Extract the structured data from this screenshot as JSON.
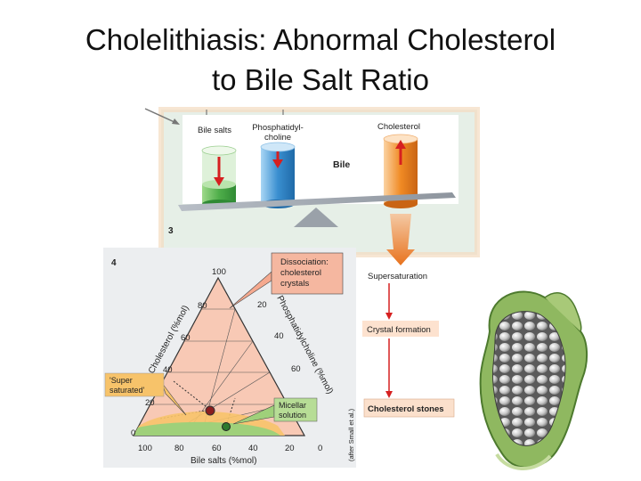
{
  "slide": {
    "title_line1": "Cholelithiasis: Abnormal Cholesterol",
    "title_line2": "to Bile Salt Ratio"
  },
  "panel3": {
    "number": "3",
    "bile_salts": "Bile salts",
    "phosphatidyl_line1": "Phosphatidyl-",
    "phosphatidyl_line2": "choline",
    "cholesterol": "Cholesterol",
    "bile": "Bile"
  },
  "panel4": {
    "number": "4",
    "dissociation_line1": "Dissociation:",
    "dissociation_line2": "cholesterol",
    "dissociation_line3": "crystals",
    "supersat_line1": "'Super",
    "supersat_line2": "saturated'",
    "micellar_line1": "Micellar",
    "micellar_line2": "solution",
    "axis_cholesterol": "Cholesterol (%mol)",
    "axis_phosphatidylcholine": "Phosphatidylcholine (%mol)",
    "axis_bile_salts": "Bile salts (%mol)",
    "source": "(after Small et al.)",
    "ticks_left": [
      "100",
      "80",
      "60",
      "40",
      "20",
      "0"
    ],
    "ticks_right": [
      "20",
      "40",
      "60"
    ],
    "ticks_bottom": [
      "100",
      "80",
      "60",
      "40",
      "20",
      "0"
    ]
  },
  "flow": {
    "supersaturation": "Supersaturation",
    "crystal_formation": "Crystal formation",
    "cholesterol_stones": "Cholesterol stones"
  },
  "colors": {
    "bile_salts_green": "#5cb85c",
    "phosphatidylcholine_blue": "#3a8fd0",
    "cholesterol_orange": "#f08a24",
    "arrow_red": "#d62020",
    "triangle_fill": "#f8c9b5",
    "supersaturated_fill": "#f7c36a",
    "micellar_fill": "#9fd07a"
  }
}
